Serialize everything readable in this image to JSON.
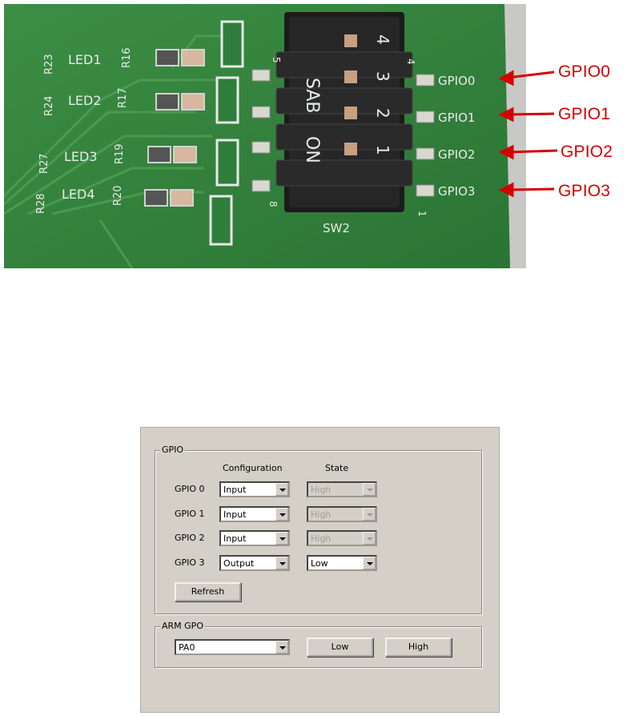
{
  "board": {
    "led_labels": [
      "LED1",
      "LED2",
      "LED3",
      "LED4"
    ],
    "resistor_labels": [
      "R23",
      "R16",
      "R24",
      "R17",
      "R27",
      "R19",
      "R28",
      "R20"
    ],
    "switch_label": "SW2",
    "switch_pin_numbers": [
      "5",
      "4",
      "8",
      "1"
    ],
    "switch_side_numbers": [
      "4",
      "3",
      "2",
      "1"
    ],
    "switch_body_text": "SAB",
    "switch_on_text": "ON",
    "pad_labels": [
      "GPIO0",
      "GPIO1",
      "GPIO2",
      "GPIO3"
    ]
  },
  "callouts": [
    "GPIO0",
    "GPIO1",
    "GPIO2",
    "GPIO3"
  ],
  "colors": {
    "pcb": "#2f7d3a",
    "arrow": "#d40000",
    "panel": "#d4d0c8"
  },
  "panel": {
    "gpio_group": {
      "title": "GPIO",
      "config_header": "Configuration",
      "state_header": "State",
      "rows": [
        {
          "label": "GPIO 0",
          "configuration": "Input",
          "state": "High",
          "state_enabled": false
        },
        {
          "label": "GPIO 1",
          "configuration": "Input",
          "state": "High",
          "state_enabled": false
        },
        {
          "label": "GPIO 2",
          "configuration": "Input",
          "state": "High",
          "state_enabled": false
        },
        {
          "label": "GPIO 3",
          "configuration": "Output",
          "state": "Low",
          "state_enabled": true
        }
      ],
      "refresh_label": "Refresh"
    },
    "arm_group": {
      "title": "ARM GPO",
      "pin_value": "PA0",
      "low_label": "Low",
      "high_label": "High"
    }
  }
}
